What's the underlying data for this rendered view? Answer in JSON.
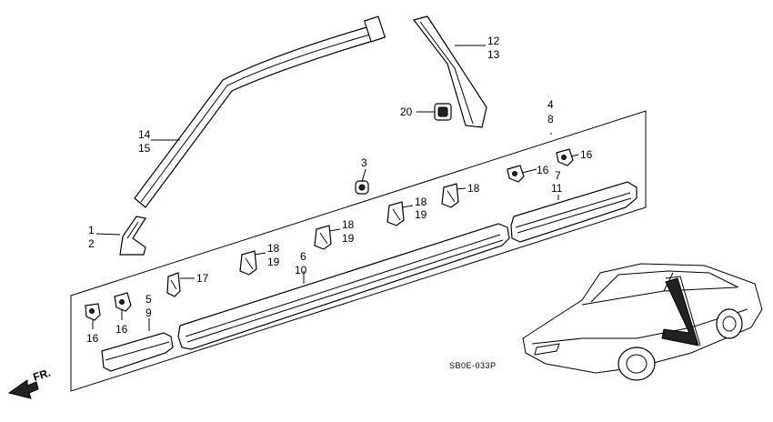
{
  "callouts": {
    "c1": "1",
    "c2": "2",
    "c3": "3",
    "c4": "4",
    "c5": "5",
    "c6": "6",
    "c7": "7",
    "c8": "8",
    "c9": "9",
    "c10": "10",
    "c11": "11",
    "c12": "12",
    "c13": "13",
    "c14": "14",
    "c15": "15",
    "c16": "16",
    "c17": "17",
    "c18": "18",
    "c19": "19",
    "c20": "20"
  },
  "direction_label": "FR.",
  "drawing_code": "SB0E-033P"
}
